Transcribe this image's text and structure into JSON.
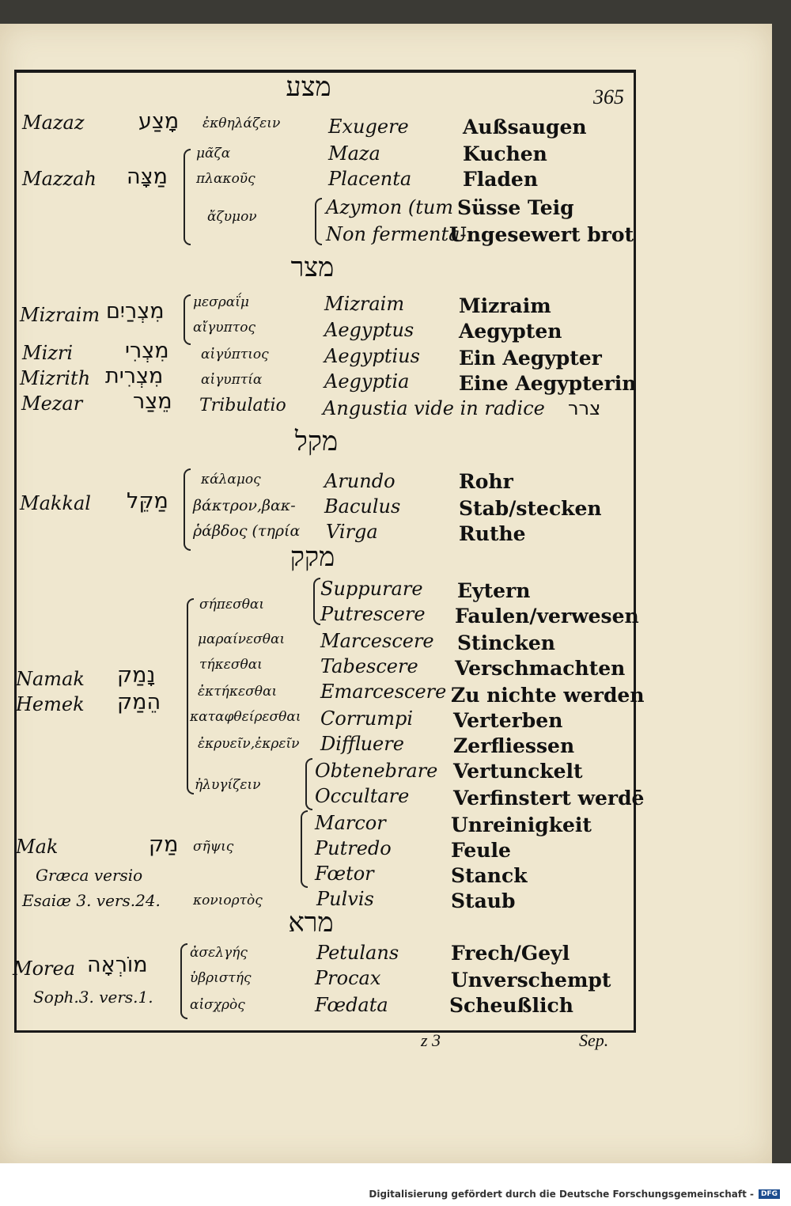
{
  "page": {
    "number": "365",
    "signature": "z 3",
    "catchword": "Sep."
  },
  "sections": [
    {
      "header": "מצע"
    },
    {
      "header": "מצר"
    },
    {
      "header": "מקל"
    },
    {
      "header": "מקק"
    },
    {
      "header": "מרא"
    }
  ],
  "rows": [
    {
      "tr": "Mazaz",
      "he": "מָצַע",
      "gr": "ἐκθηλάζειν",
      "la": "Exugere",
      "de": "Außsaugen"
    },
    {
      "gr": "μᾶζα",
      "la": "Maza",
      "de": "Kuchen"
    },
    {
      "tr": "Mazzah",
      "he": "מַצָּה",
      "gr": "πλακοῦς",
      "la": "Placenta",
      "de": "Fladen"
    },
    {
      "la": "Azymon (tum",
      "de": "Süsse Teig"
    },
    {
      "gr": "ἄζυμον"
    },
    {
      "la": "Non fermenta-",
      "de": "Ungesewert brot"
    },
    {
      "tr": "Mizraim",
      "he": "מִצְרַיִם",
      "gr": "μεσραΐμ",
      "la": "Mizraim",
      "de": "Mizraim"
    },
    {
      "gr": "αἴγυπτος",
      "la": "Aegyptus",
      "de": "Aegypten"
    },
    {
      "tr": "Mizri",
      "he": "מִצְרִי",
      "gr": "αἰγύπτιος",
      "la": "Aegyptius",
      "de": "Ein Aegypter"
    },
    {
      "tr": "Mizrith",
      "he": "מִצְרִית",
      "gr": "αἰγυπτία",
      "la": "Aegyptia",
      "de": "Eine Aegypterin"
    },
    {
      "tr": "Mezar",
      "he": "מֵצַר",
      "gr": "Tribulatio",
      "la": "Angustia vide in radice",
      "de": "צרר"
    },
    {
      "gr": "κάλαμος",
      "la": "Arundo",
      "de": "Rohr"
    },
    {
      "tr": "Makkal",
      "he": "מַקֵּל",
      "gr": "βάκτρον,βακ-",
      "la": "Baculus",
      "de": "Stab/stecken"
    },
    {
      "gr": "ῥάβδος (τηρία",
      "la": "Virga",
      "de": "Ruthe"
    },
    {
      "la": "Suppurare",
      "de": "Eytern"
    },
    {
      "gr": "σήπεσθαι",
      "la": "Putrescere",
      "de": "Faulen/verwesen"
    },
    {
      "gr": "μαραίνεσθαι",
      "la": "Marcescere",
      "de": "Stincken"
    },
    {
      "gr": "τήκεσθαι",
      "la": "Tabescere",
      "de": "Verschmachten"
    },
    {
      "tr": "Namak",
      "he": "נָמַק",
      "gr": "ἐκτήκεσθαι",
      "la": "Emarcescere",
      "de": "Zu nichte werden"
    },
    {
      "tr": "Hemek",
      "he": "הֵמַק",
      "gr": "καταφθείρεσθαι",
      "la": "Corrumpi",
      "de": "Verterben"
    },
    {
      "gr": "ἐκρυεῖν,ἐκρεῖν",
      "la": "Diffluere",
      "de": "Zerfliessen"
    },
    {
      "la": "Obtenebrare",
      "de": "Vertunckelt"
    },
    {
      "gr": "ἠλυγίζειν",
      "la": "Occultare",
      "de": "Verfinstert werdē"
    },
    {
      "la": "Marcor",
      "de": "Unreinigkeit"
    },
    {
      "tr": "Mak",
      "he": "מַק",
      "gr": "σῆψις",
      "la": "Putredo",
      "de": "Feule"
    },
    {
      "tr": "Græca versio",
      "la": "Fœtor",
      "de": "Stanck"
    },
    {
      "tr": "Esaiæ 3. vers.24.",
      "gr": "κονιορτὸς",
      "la": "Pulvis",
      "de": "Staub"
    },
    {
      "gr": "ἀσελγής",
      "la": "Petulans",
      "de": "Frech/Geyl"
    },
    {
      "tr": "Morea",
      "he": "מוֹרְאָה",
      "gr": "ὑβριστής",
      "la": "Procax",
      "de": "Unverschempt"
    },
    {
      "tr": "Soph.3. vers.1.",
      "gr": "αἰσχρὸς",
      "la": "Fœdata",
      "de": "Scheußlich"
    }
  ],
  "footer": {
    "credit_text": "Digitalisierung gefördert durch die Deutsche Forschungsgemeinschaft -",
    "logo_text": "DFG"
  }
}
